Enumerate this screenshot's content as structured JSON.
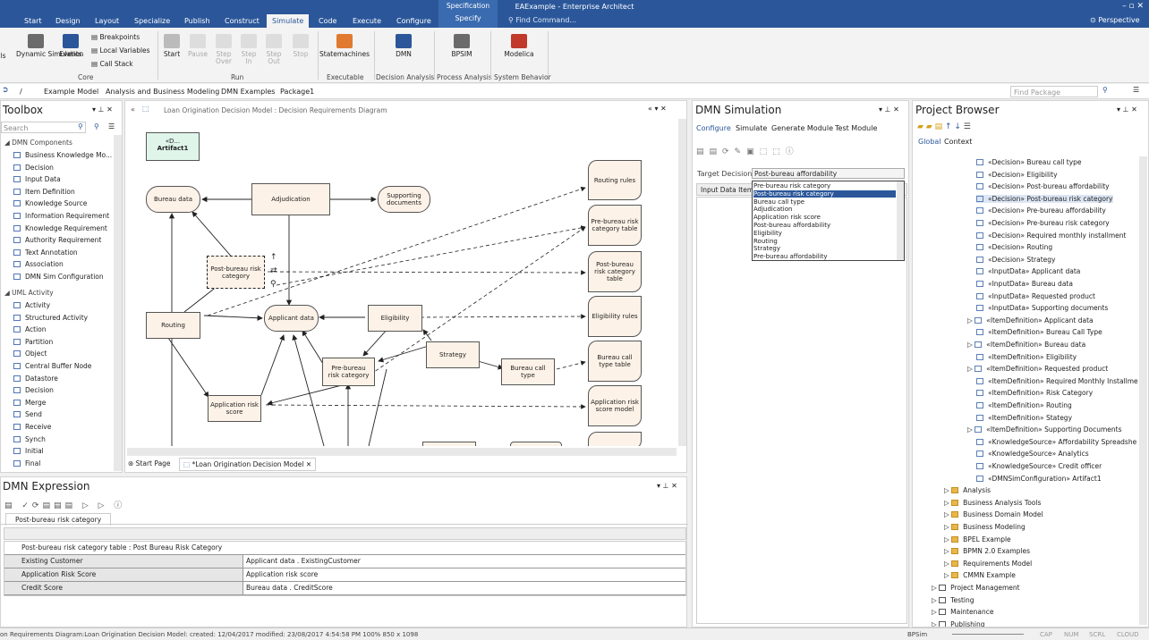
{
  "title": "EAExample - Enterprise Architect",
  "tabs": [
    "Start",
    "Design",
    "Layout",
    "Specialize",
    "Publish",
    "Construct",
    "Simulate",
    "Code",
    "Execute",
    "Configure"
  ],
  "spec_group": "Specification",
  "spec_tab": "Specify",
  "find_cmd": "Find Command...",
  "perspective": "Perspective",
  "ribbon": {
    "items": [
      "Dynamic Simulation",
      "Events",
      "Breakpoints",
      "Local Variables",
      "Call Stack",
      "Start",
      "Pause",
      "Step Over",
      "Step In",
      "Step Out",
      "Stop",
      "Statemachines",
      "DMN",
      "BPSIM",
      "Modelica"
    ],
    "cut": "als",
    "groups": [
      "Core",
      "Run",
      "Executable",
      "Decision Analysis",
      "Process Analysis",
      "System Behavior"
    ]
  },
  "breadcrumb": [
    "Example Model",
    "Analysis and Business Modeling",
    "DMN Examples",
    "Package1"
  ],
  "find_package": "Find Package",
  "toolbox": {
    "title": "Toolbox",
    "search": "Search",
    "sections": [
      "DMN Components",
      "UML Activity"
    ],
    "dmn": [
      "Business Knowledge Mo...",
      "Decision",
      "Input Data",
      "Item Definition",
      "Knowledge Source",
      "Information Requirement",
      "Knowledge Requirement",
      "Authority Requirement",
      "Text Annotation",
      "Association",
      "DMN Sim Configuration"
    ],
    "uml": [
      "Activity",
      "Structured Activity",
      "Action",
      "Partition",
      "Object",
      "Central Buffer Node",
      "Datastore",
      "Decision",
      "Merge",
      "Send",
      "Receive",
      "Synch",
      "Initial",
      "Final"
    ]
  },
  "diagram": {
    "title": "Loan Origination Decision Model : Decision Requirements Diagram",
    "artifact_stereo": "«D...",
    "artifact": "Artifact1",
    "nodes": [
      "Bureau data",
      "Adjudication",
      "Supporting documents",
      "Post-bureau risk category",
      "Applicant data",
      "Eligibility",
      "Routing",
      "Pre-bureau risk category",
      "Strategy",
      "Bureau call type",
      "Application risk score"
    ],
    "docs": [
      "Routing rules",
      "Pre-bureau risk category table",
      "Post-bureau risk category table",
      "Eligibility rules",
      "Bureau call type table",
      "Application risk score model"
    ],
    "tabs": [
      "Start Page",
      "*Loan Origination Decision Model"
    ]
  },
  "dmnsim": {
    "title": "DMN Simulation",
    "menu": [
      "Configure",
      "Simulate",
      "Generate Module",
      "Test Module"
    ],
    "target_label": "Target Decision:",
    "target_value": "Post-bureau affordability",
    "input_col": "Input Data Item",
    "options": [
      "Pre-bureau risk category",
      "Post-bureau risk category",
      "Bureau call type",
      "Adjudication",
      "Application risk score",
      "Post-bureau affordability",
      "Eligibility",
      "Routing",
      "Strategy",
      "Pre-bureau affordability"
    ]
  },
  "browser": {
    "title": "Project Browser",
    "tabs": [
      "Global",
      "Context"
    ],
    "items": [
      "«Decision» Bureau call type",
      "«Decision» Eligibility",
      "«Decision» Post-bureau affordability",
      "«Decision» Post-bureau risk category",
      "«Decision» Pre-bureau affordability",
      "«Decision» Pre-bureau risk category",
      "«Decision» Required monthly installment",
      "«Decision» Routing",
      "«Decision» Strategy",
      "«InputData» Applicant data",
      "«InputData» Bureau data",
      "«InputData» Requested product",
      "«InputData» Supporting documents",
      "«ItemDefinition» Applicant data",
      "«ItemDefinition» Bureau Call Type",
      "«ItemDefinition» Bureau data",
      "«ItemDefinition» Eligibility",
      "«ItemDefinition» Requested product",
      "«ItemDefinition» Required Monthly Installme",
      "«ItemDefinition» Risk Category",
      "«ItemDefinition» Routing",
      "«ItemDefinition» Stategy",
      "«ItemDefinition» Supporting Documents",
      "«KnowledgeSource» Affordability Spreadshe",
      "«KnowledgeSource» Analytics",
      "«KnowledgeSource» Credit officer",
      "«DMNSimConfiguration» Artifact1"
    ],
    "folders": [
      "Analysis",
      "Business Analysis Tools",
      "Business Domain Model",
      "Business Modeling",
      "BPEL Example",
      "BPMN 2.0 Examples",
      "Requirements Model",
      "CMMN Example"
    ],
    "roots": [
      "Project Management",
      "Testing",
      "Maintenance",
      "Publishing"
    ]
  },
  "expr": {
    "title": "DMN Expression",
    "tab": "Post-bureau risk category",
    "header": "Post-bureau risk category table : Post Bureau Risk Category",
    "rows": [
      [
        "Existing Customer",
        "Applicant data . ExistingCustomer"
      ],
      [
        "Application Risk Score",
        "Application risk score"
      ],
      [
        "Credit Score",
        "Bureau data . CreditScore"
      ]
    ]
  },
  "status": {
    "text": "on Requirements Diagram:Loan Origination Decision Model:  created: 12/04/2017  modified: 23/08/2017 4:54:58 PM   100%   850 x 1098",
    "bpsim": "BPSim",
    "flags": [
      "CAP",
      "NUM",
      "SCRL",
      "CLOUD"
    ]
  }
}
